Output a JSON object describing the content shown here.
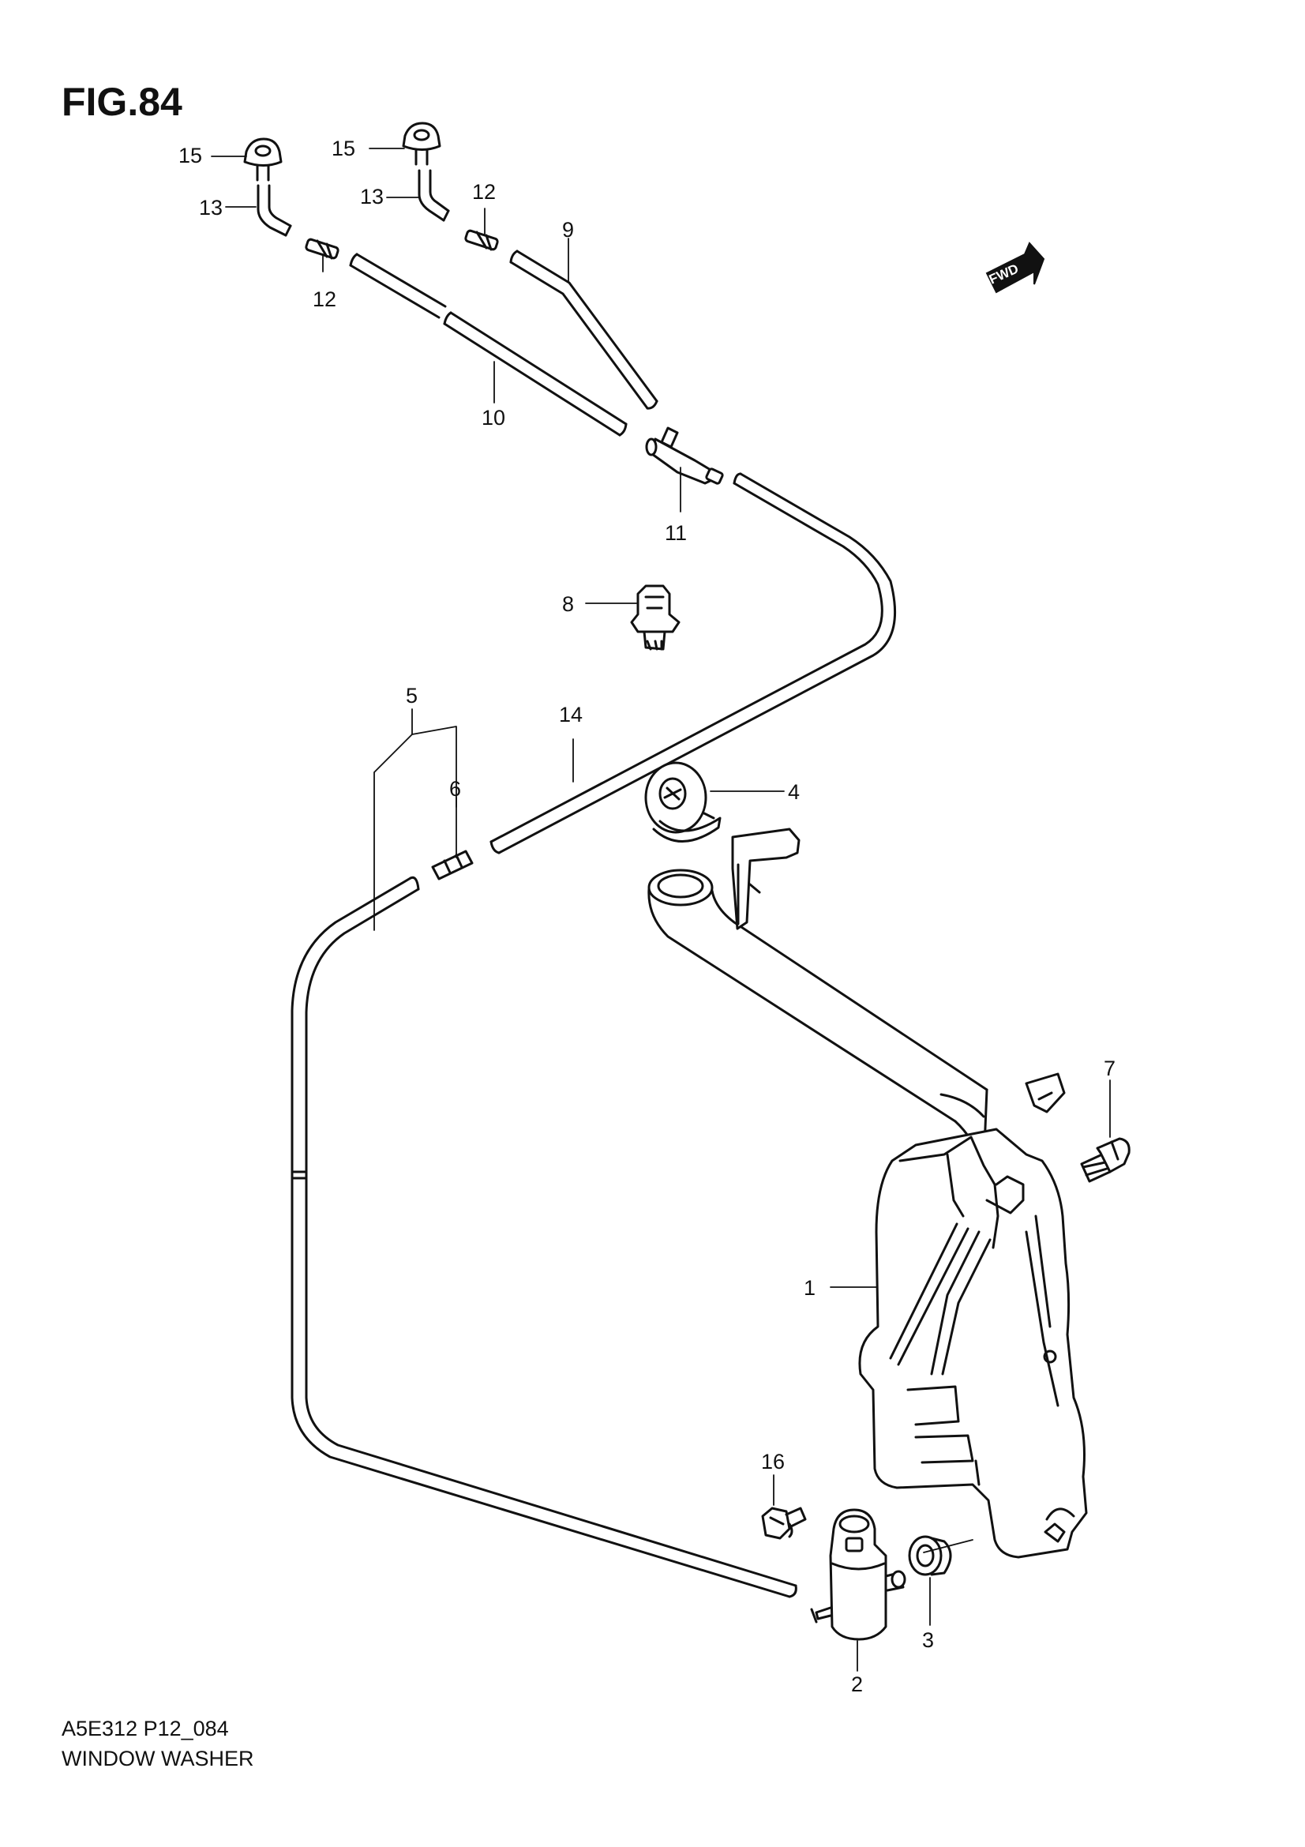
{
  "header": {
    "figure_title": "FIG.84"
  },
  "footer": {
    "drawing_code": "A5E312 P12_084",
    "caption": "WINDOW WASHER"
  },
  "direction_marker": {
    "label": "FWD",
    "icon": "forward-arrow-icon"
  },
  "callouts": {
    "c1": "1",
    "c2": "2",
    "c3": "3",
    "c4": "4",
    "c5": "5",
    "c6": "6",
    "c7": "7",
    "c8": "8",
    "c9": "9",
    "c10": "10",
    "c11": "11",
    "c12a": "12",
    "c12b": "12",
    "c13a": "13",
    "c13b": "13",
    "c14": "14",
    "c15a": "15",
    "c15b": "15",
    "c16": "16"
  }
}
